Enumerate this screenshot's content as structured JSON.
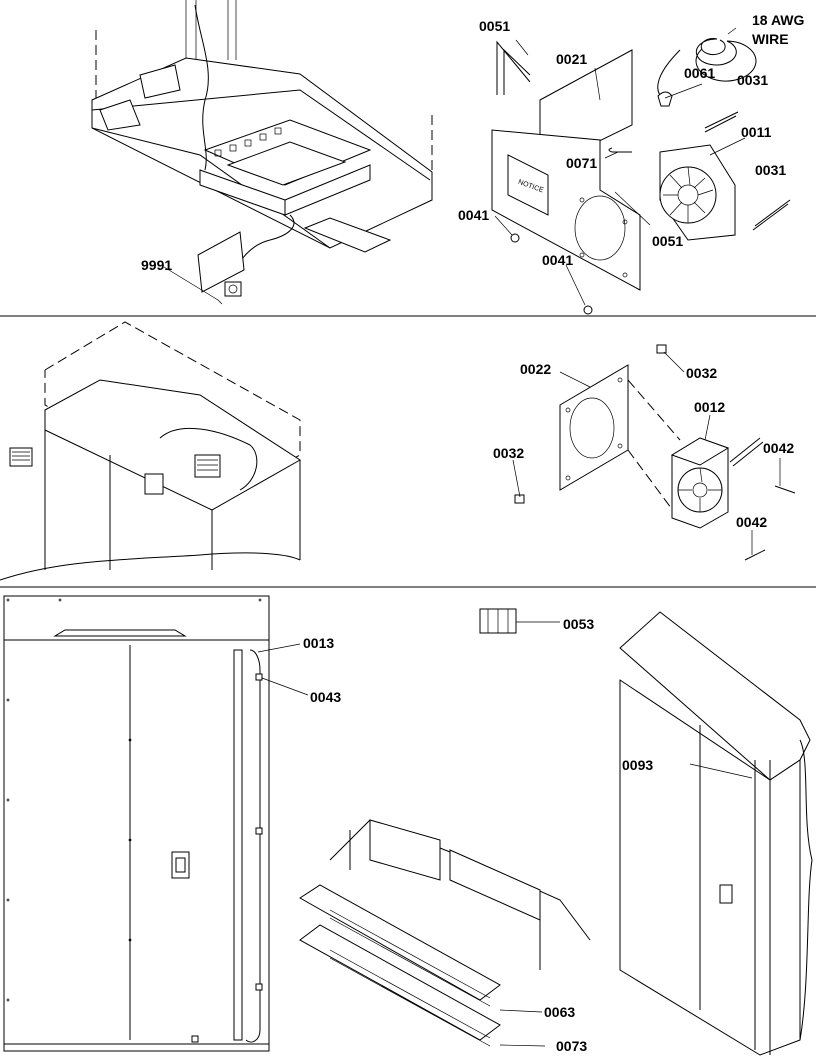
{
  "sections": [
    {
      "name": "upper-assembly",
      "callouts": [
        {
          "id": "c1",
          "text": "9991"
        },
        {
          "id": "c2",
          "text": "0051"
        },
        {
          "id": "c3",
          "text": "0021"
        },
        {
          "id": "c4",
          "text": "18 AWG"
        },
        {
          "id": "c5",
          "text": "WIRE"
        },
        {
          "id": "c6",
          "text": "0061"
        },
        {
          "id": "c7",
          "text": "0031"
        },
        {
          "id": "c8",
          "text": "0011"
        },
        {
          "id": "c9",
          "text": "0071"
        },
        {
          "id": "c10",
          "text": "0031"
        },
        {
          "id": "c11",
          "text": "0041"
        },
        {
          "id": "c12",
          "text": "0051"
        },
        {
          "id": "c13",
          "text": "0041"
        }
      ]
    },
    {
      "name": "middle-assembly",
      "callouts": [
        {
          "id": "c14",
          "text": "0022"
        },
        {
          "id": "c15",
          "text": "0032"
        },
        {
          "id": "c16",
          "text": "0012"
        },
        {
          "id": "c17",
          "text": "0032"
        },
        {
          "id": "c18",
          "text": "0042"
        },
        {
          "id": "c19",
          "text": "0042"
        }
      ]
    },
    {
      "name": "lower-assembly",
      "callouts": [
        {
          "id": "c20",
          "text": "0013"
        },
        {
          "id": "c21",
          "text": "0043"
        },
        {
          "id": "c22",
          "text": "0053"
        },
        {
          "id": "c23",
          "text": "0093"
        },
        {
          "id": "c24",
          "text": "0063"
        },
        {
          "id": "c25",
          "text": "0073"
        }
      ]
    }
  ],
  "panel_label": "NOTICE"
}
